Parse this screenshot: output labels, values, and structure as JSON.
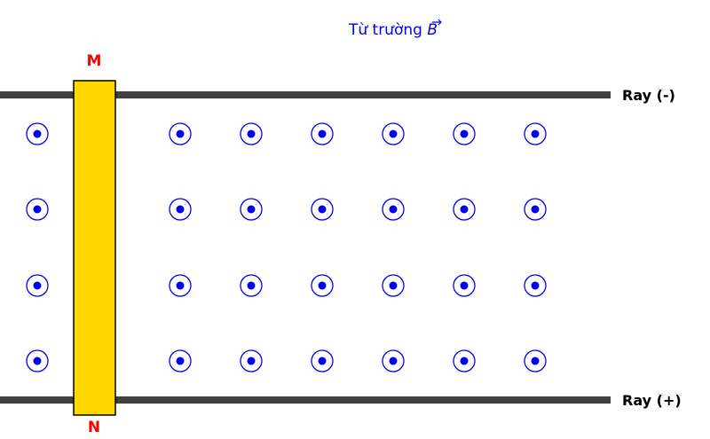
{
  "title": {
    "text": "Từ trường ",
    "symbol": "B"
  },
  "rails": {
    "top_label": "Ray (-)",
    "bottom_label": "Ray (+)",
    "color": "#404040"
  },
  "rod": {
    "top_label": "M",
    "bottom_label": "N",
    "fill": "#FFD700",
    "label_color": "#FF0000"
  },
  "field": {
    "direction": "out-of-page",
    "color": "#0000EE",
    "rows": 4,
    "columns": 7
  },
  "colors": {
    "title": "#0000EE"
  }
}
